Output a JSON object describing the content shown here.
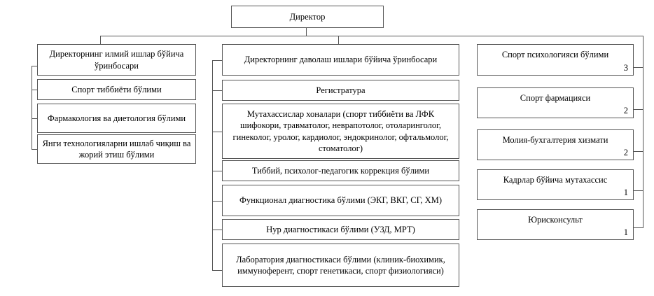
{
  "diagram": {
    "title_node": {
      "label": "Директор"
    },
    "columns": {
      "left": {
        "name": "scientific-affairs-branch",
        "nodes": [
          {
            "label": "Директорнинг илмий ишлар бўйича ўринбосари"
          },
          {
            "label": "Спорт тиббиёти бўлими"
          },
          {
            "label": "Фармакология ва диетология бўлими"
          },
          {
            "label": "Янги технологияларни ишлаб чиқиш ва жорий этиш бўлими"
          }
        ]
      },
      "center": {
        "name": "medical-treatment-branch",
        "nodes": [
          {
            "label": "Директорнинг даволаш ишлари бўйича ўринбосари"
          },
          {
            "label": "Регистратура"
          },
          {
            "label": "Мутахассислар хоналари (спорт тиббиёти ва ЛФК шифокори, травматолог, неврапотолог, отоларинголог, гинеколог, уролог, кардиолог, эндокринолог, офтальмолог, стоматолог)"
          },
          {
            "label": "Тиббий, психолог-педагогик коррекция бўлими"
          },
          {
            "label": "Функционал диагностика бўлими (ЭКГ, ВКГ, СГ, ХМ)"
          },
          {
            "label": "Нур диагностикаси бўлими (УЗД, МРТ)"
          },
          {
            "label": "Лаборатория диагностикаси бўлими (клиник-биохимик, иммуноферент, спорт генетикаси, спорт физиологияси)"
          }
        ]
      },
      "right": {
        "name": "support-services-branch",
        "nodes": [
          {
            "label": "Спорт психологияси бўлими",
            "count": "3"
          },
          {
            "label": "Спорт фармацияси",
            "count": "2"
          },
          {
            "label": "Молия-бухгалтерия хизмати",
            "count": "2"
          },
          {
            "label": "Кадрлар бўйича мутахассис",
            "count": "1"
          },
          {
            "label": "Юрисконсульт",
            "count": "1"
          }
        ]
      }
    },
    "colors": {
      "stroke": "#555555",
      "background": "#ffffff",
      "text": "#000000"
    }
  }
}
